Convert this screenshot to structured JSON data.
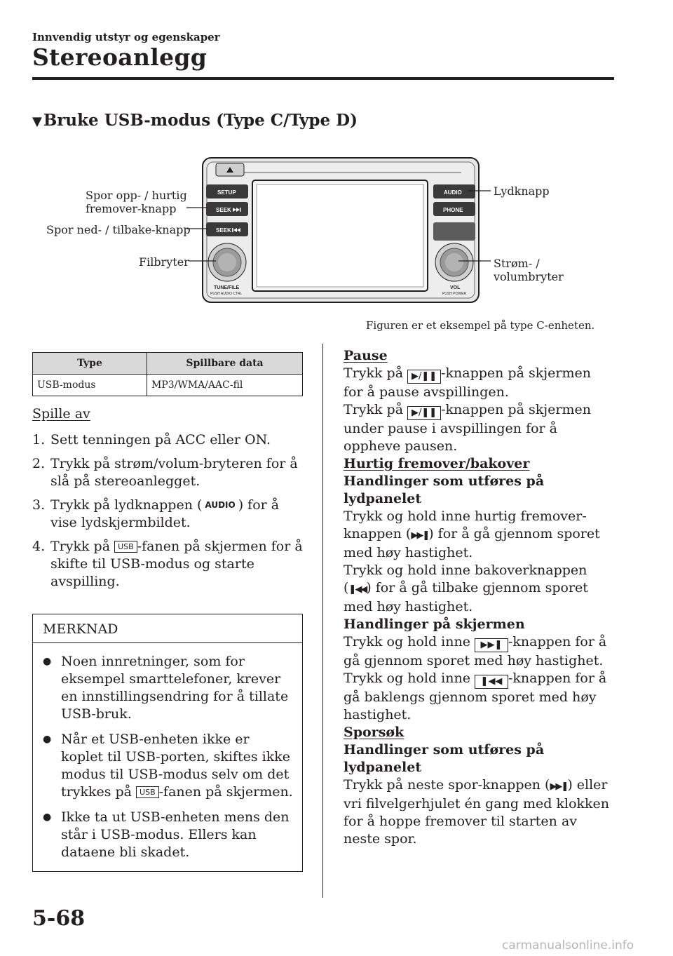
{
  "header": {
    "section": "Innvendig utstyr og egenskaper",
    "title": "Stereoanlegg"
  },
  "heading": {
    "marker": "▼",
    "text": "Bruke USB-modus (Type C/Type D)"
  },
  "figure": {
    "callouts": {
      "seek_up": [
        "Spor opp- / hurtig",
        "fremover-knapp"
      ],
      "seek_down": "Spor ned- / tilbake-knapp",
      "file": "Filbryter",
      "audio": "Lydknapp",
      "power": [
        "Strøm- /",
        "volumbryter"
      ]
    },
    "device_labels": {
      "setup": "SETUP",
      "seek_fwd": "SEEK",
      "seek_back": "SEEK",
      "audio": "AUDIO",
      "phone": "PHONE",
      "tune": "TUNE/FILE",
      "tune_sub": "PUSH AUDIO CTRL",
      "vol": "VOL",
      "vol_sub": "PUSH POWER"
    },
    "caption": "Figuren er et eksempel på type C-enheten."
  },
  "table": {
    "headers": [
      "Type",
      "Spillbare data"
    ],
    "rows": [
      [
        "USB-modus",
        "MP3/WMA/AAC-fil"
      ]
    ]
  },
  "icons": {
    "audio": "AUDIO",
    "usb": "USB",
    "play_pause": "▶/❚❚",
    "fwd": "▶▶❚",
    "back": "❚◀◀"
  },
  "left": {
    "play_heading": "Spille av",
    "steps": [
      {
        "num": "1.",
        "text": "Sett tenningen på ACC eller ON."
      },
      {
        "num": "2.",
        "text": "Trykk på strøm/volum-bryteren for å slå på stereoanlegget."
      },
      {
        "num": "3.",
        "pre": "Trykk på lydknappen (",
        "post": ") for å vise lydskjermbildet."
      },
      {
        "num": "4.",
        "pre": "Trykk på ",
        "post": "-fanen på skjermen for å skifte til USB-modus og starte avspilling."
      }
    ],
    "note": {
      "title": "MERKNAD",
      "bullet": "●",
      "items": [
        "Noen innretninger, som for eksempel smarttelefoner, krever en innstillingsendring for å tillate USB-bruk.",
        {
          "pre": "Når et USB-enheten ikke er koplet til USB-porten, skiftes ikke modus til USB-modus selv om det trykkes på ",
          "post": "-fanen på skjermen."
        },
        "Ikke ta ut USB-enheten mens den står i USB-modus. Ellers kan dataene bli skadet."
      ]
    }
  },
  "right": {
    "pause_heading": "Pause",
    "pause_1_pre": "Trykk på ",
    "pause_1_post": "-knappen på skjermen for å pause avspillingen.",
    "pause_2_pre": "Trykk på ",
    "pause_2_post": "-knappen på skjermen under pause i avspillingen for å oppheve pausen.",
    "ff_heading": "Hurtig fremover/bakover",
    "panel_sub": "Handlinger som utføres på lydpanelet",
    "ff_1_pre": "Trykk og hold inne hurtig fremover-knappen (",
    "ff_1_post": ") for å gå gjennom sporet med høy hastighet.",
    "ff_2_pre": "Trykk og hold inne bakoverknappen (",
    "ff_2_post": ") for å gå tilbake gjennom sporet med høy hastighet.",
    "screen_sub": "Handlinger på skjermen",
    "sc_1_pre": "Trykk og hold inne ",
    "sc_1_post": "-knappen for å gå gjennom sporet med høy hastighet.",
    "sc_2_pre": "Trykk og hold inne ",
    "sc_2_post": "-knappen for å gå baklengs gjennom sporet med høy hastighet.",
    "search_heading": "Sporsøk",
    "panel_sub2": "Handlinger som utføres på lydpanelet",
    "search_pre": "Trykk på neste spor-knappen (",
    "search_post": ") eller vri filvelgerhjulet én gang med klokken for å hoppe fremover til starten av neste spor."
  },
  "footer": {
    "page": "5-68",
    "watermark": "carmanualsonline.info"
  }
}
